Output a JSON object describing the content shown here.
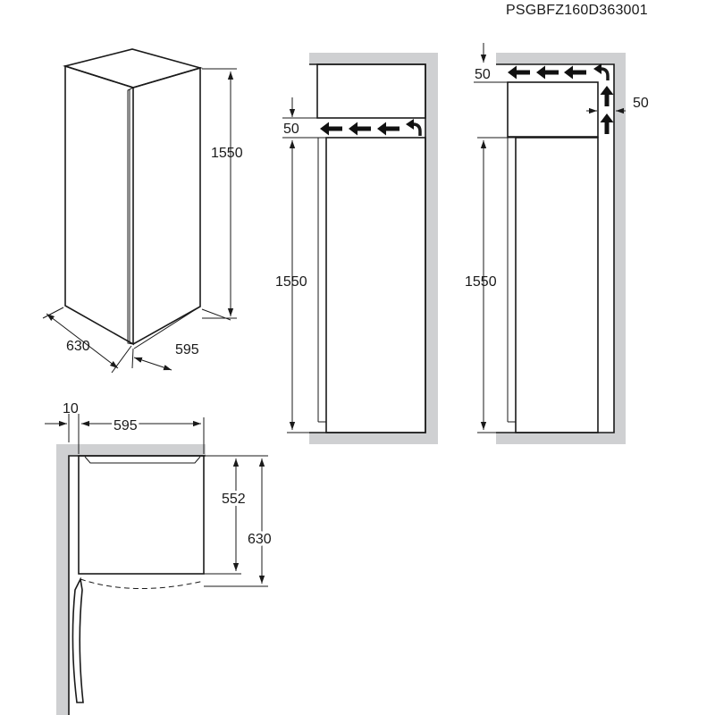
{
  "product_code": "PSGBFZ160D363001",
  "colors": {
    "wall": "#cfd0d2",
    "line": "#1a1a1a"
  },
  "freestanding_view": {
    "height": "1550",
    "depth": "630",
    "width": "595"
  },
  "niche_view_top_gap": {
    "clearance": "50",
    "height": "1550"
  },
  "niche_view_top_and_side_gap": {
    "top_clearance": "50",
    "side_clearance": "50",
    "height": "1550"
  },
  "top_view": {
    "wall_gap": "10",
    "width": "595",
    "body_depth": "552",
    "total_depth": "630"
  }
}
